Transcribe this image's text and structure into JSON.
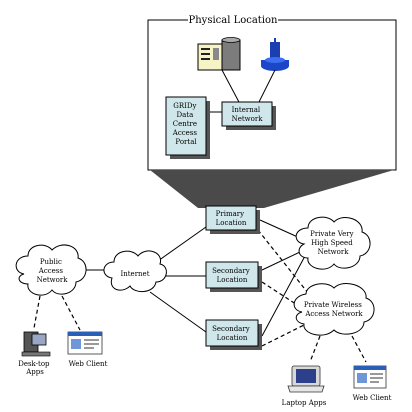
{
  "physical_location": {
    "title": "Physical Location"
  },
  "portal": {
    "lines": [
      "GRIDy",
      "Data",
      "Centre",
      "Access",
      "Portal"
    ]
  },
  "internal_network": {
    "lines": [
      "Internal",
      "Network"
    ]
  },
  "primary": {
    "lines": [
      "Primary",
      "Location"
    ]
  },
  "secondary_1": {
    "lines": [
      "Secondary",
      "Location"
    ]
  },
  "secondary_2": {
    "lines": [
      "Secondary",
      "Location"
    ]
  },
  "internet": {
    "label": "Internet"
  },
  "public_network": {
    "lines": [
      "Public",
      "Access",
      "Network"
    ]
  },
  "private_hs_network": {
    "lines": [
      "Private Very",
      "High Speed",
      "Network"
    ]
  },
  "private_wireless_network": {
    "lines": [
      "Private Wireless",
      "Access Network"
    ]
  },
  "desktop_apps": {
    "lines": [
      "Desk-top",
      "Apps"
    ]
  },
  "web_client_left": {
    "label": "Web Client"
  },
  "laptop_apps": {
    "label": "Laptop Apps"
  },
  "web_client_right": {
    "label": "Web Client"
  }
}
